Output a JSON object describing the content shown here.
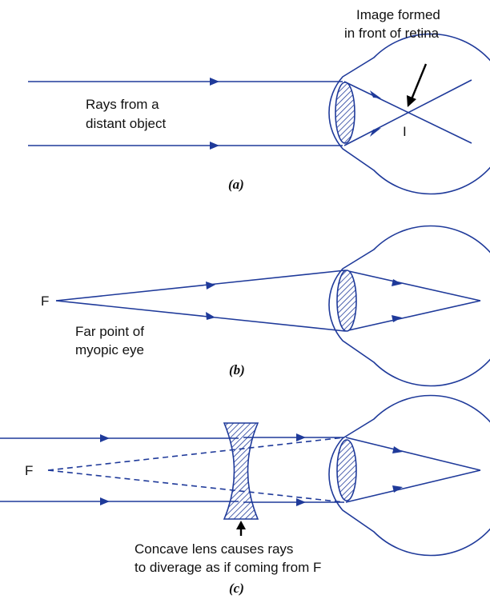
{
  "panel_a": {
    "caption": "(a)",
    "image_label_line1": "Image formed",
    "image_label_line2": "in front of retina",
    "rays_label_line1": "Rays from a",
    "rays_label_line2": "distant object",
    "image_point": "I"
  },
  "panel_b": {
    "caption": "(b)",
    "far_point": "F",
    "far_label_line1": "Far point of",
    "far_label_line2": "myopic eye"
  },
  "panel_c": {
    "caption": "(c)",
    "far_point": "F",
    "lens_label_line1": "Concave lens causes rays",
    "lens_label_line2": "to diverage as if coming from F"
  },
  "colors": {
    "ray": "#1f3a9a",
    "hatch": "#1f3a9a",
    "text": "#111111"
  }
}
